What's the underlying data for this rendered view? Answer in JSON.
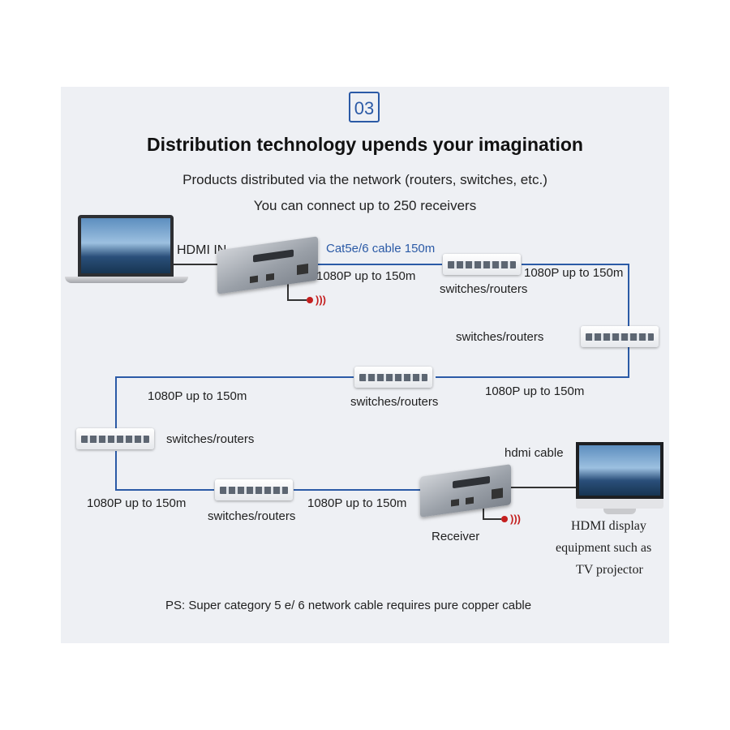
{
  "badge": "03",
  "title": "Distribution technology upends your imagination",
  "subtitle_lines": [
    "Products distributed via the network (routers, switches, etc.)",
    "You can connect up to 250 receivers"
  ],
  "labels": {
    "hdmi_in": "HDMI IN",
    "cable": "Cat5e/6 cable 150m",
    "distance_1": "1080P up to 150m",
    "distance_2": "1080P up to 150m",
    "distance_3": "1080P up to 150m",
    "distance_4": "1080P up to 150m",
    "distance_5": "1080P up to 150m",
    "distance_6": "1080P up to 150m",
    "switch_1": "switches/routers",
    "switch_2": "switches/routers",
    "switch_3": "switches/routers",
    "switch_4": "switches/routers",
    "switch_5": "switches/routers",
    "hdmi_cable": "hdmi cable",
    "receiver": "Receiver",
    "display_lines": [
      "HDMI display",
      "equipment such as",
      "TV projector"
    ]
  },
  "footnote": "PS: Super category 5 e/ 6 network cable requires pure copper cable",
  "colors": {
    "wire": "#2b5aa6",
    "hdmi_wire": "#333333",
    "accent": "#2b5aa6",
    "ir": "#c41f1f"
  }
}
